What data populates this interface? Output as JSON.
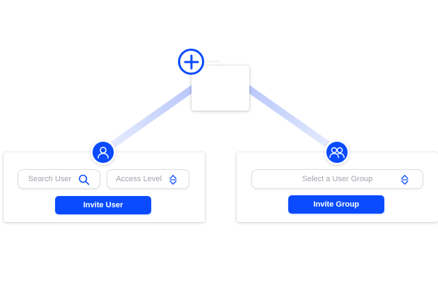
{
  "colors": {
    "accent": "#0a4bff",
    "connector": "#c7d2fc",
    "placeholder": "#a0a3ad"
  },
  "icons": {
    "add": "plus-circle-icon",
    "folder": "folder-icon",
    "user": "user-icon",
    "group": "users-icon",
    "search": "search-icon",
    "sort": "sort-arrows-icon"
  },
  "invite_user_panel": {
    "search_placeholder": "Search User",
    "access_level_placeholder": "Access Level",
    "button_label": "Invite User"
  },
  "invite_group_panel": {
    "group_select_placeholder": "Select a User Group",
    "button_label": "Invite Group"
  }
}
